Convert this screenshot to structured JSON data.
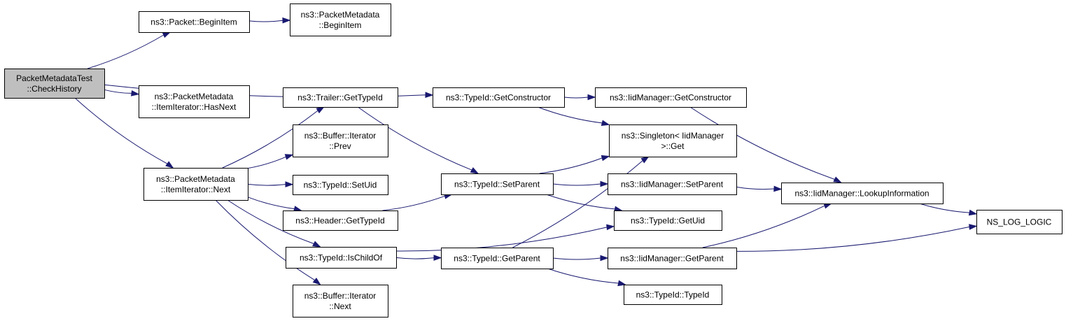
{
  "diagram": {
    "kind": "call-graph",
    "edge_color": "#191970",
    "root_fill": "#bfbfbf",
    "node_fill": "#ffffff",
    "nodes": [
      {
        "id": "check-history",
        "lines": [
          "PacketMetadataTest",
          "::CheckHistory"
        ],
        "root": true
      },
      {
        "id": "packet-begin-item",
        "lines": [
          "ns3::Packet::BeginItem"
        ]
      },
      {
        "id": "packetmetadata-begin-item",
        "lines": [
          "ns3::PacketMetadata",
          "::BeginItem"
        ]
      },
      {
        "id": "item-iterator-has-next",
        "lines": [
          "ns3::PacketMetadata",
          "::ItemIterator::HasNext"
        ]
      },
      {
        "id": "item-iterator-next",
        "lines": [
          "ns3::PacketMetadata",
          "::ItemIterator::Next"
        ]
      },
      {
        "id": "typeid-get-constructor",
        "lines": [
          "ns3::TypeId::GetConstructor"
        ]
      },
      {
        "id": "iidmanager-get-constructor",
        "lines": [
          "ns3::IidManager::GetConstructor"
        ]
      },
      {
        "id": "trailer-get-typeid",
        "lines": [
          "ns3::Trailer::GetTypeId"
        ]
      },
      {
        "id": "buffer-iterator-prev",
        "lines": [
          "ns3::Buffer::Iterator",
          "::Prev"
        ]
      },
      {
        "id": "typeid-set-uid",
        "lines": [
          "ns3::TypeId::SetUid"
        ]
      },
      {
        "id": "header-get-typeid",
        "lines": [
          "ns3::Header::GetTypeId"
        ]
      },
      {
        "id": "typeid-is-child-of",
        "lines": [
          "ns3::TypeId::IsChildOf"
        ]
      },
      {
        "id": "buffer-iterator-next",
        "lines": [
          "ns3::Buffer::Iterator",
          "::Next"
        ]
      },
      {
        "id": "singleton-get",
        "lines": [
          "ns3::Singleton< IidManager",
          " >::Get"
        ]
      },
      {
        "id": "typeid-set-parent",
        "lines": [
          "ns3::TypeId::SetParent"
        ]
      },
      {
        "id": "iidmanager-set-parent",
        "lines": [
          "ns3::IidManager::SetParent"
        ]
      },
      {
        "id": "typeid-get-uid",
        "lines": [
          "ns3::TypeId::GetUid"
        ]
      },
      {
        "id": "typeid-get-parent",
        "lines": [
          "ns3::TypeId::GetParent"
        ]
      },
      {
        "id": "iidmanager-get-parent",
        "lines": [
          "ns3::IidManager::GetParent"
        ]
      },
      {
        "id": "typeid-typeid",
        "lines": [
          "ns3::TypeId::TypeId"
        ]
      },
      {
        "id": "iidmanager-lookup-information",
        "lines": [
          "ns3::IidManager::LookupInformation"
        ]
      },
      {
        "id": "ns-log-logic",
        "lines": [
          "NS_LOG_LOGIC"
        ]
      }
    ],
    "edges": [
      [
        "check-history",
        "packet-begin-item"
      ],
      [
        "check-history",
        "typeid-get-constructor"
      ],
      [
        "check-history",
        "item-iterator-has-next"
      ],
      [
        "check-history",
        "item-iterator-next"
      ],
      [
        "packet-begin-item",
        "packetmetadata-begin-item"
      ],
      [
        "item-iterator-next",
        "trailer-get-typeid"
      ],
      [
        "item-iterator-next",
        "buffer-iterator-prev"
      ],
      [
        "item-iterator-next",
        "typeid-set-uid"
      ],
      [
        "item-iterator-next",
        "header-get-typeid"
      ],
      [
        "item-iterator-next",
        "typeid-is-child-of"
      ],
      [
        "item-iterator-next",
        "buffer-iterator-next"
      ],
      [
        "typeid-get-constructor",
        "iidmanager-get-constructor"
      ],
      [
        "typeid-get-constructor",
        "singleton-get"
      ],
      [
        "iidmanager-get-constructor",
        "iidmanager-lookup-information"
      ],
      [
        "trailer-get-typeid",
        "typeid-set-parent"
      ],
      [
        "header-get-typeid",
        "typeid-set-parent"
      ],
      [
        "typeid-set-parent",
        "singleton-get"
      ],
      [
        "typeid-set-parent",
        "iidmanager-set-parent"
      ],
      [
        "typeid-set-parent",
        "typeid-get-uid"
      ],
      [
        "iidmanager-set-parent",
        "iidmanager-lookup-information"
      ],
      [
        "typeid-is-child-of",
        "typeid-get-uid"
      ],
      [
        "typeid-is-child-of",
        "typeid-get-parent"
      ],
      [
        "typeid-get-parent",
        "singleton-get"
      ],
      [
        "typeid-get-parent",
        "iidmanager-get-parent"
      ],
      [
        "typeid-get-parent",
        "typeid-typeid"
      ],
      [
        "iidmanager-get-parent",
        "iidmanager-lookup-information"
      ],
      [
        "iidmanager-get-parent",
        "ns-log-logic"
      ],
      [
        "iidmanager-lookup-information",
        "ns-log-logic"
      ]
    ]
  }
}
